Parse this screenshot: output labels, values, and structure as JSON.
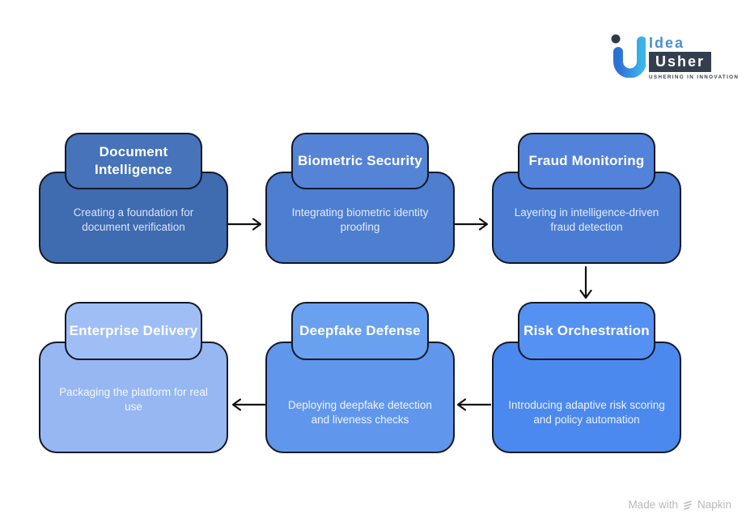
{
  "page": {
    "background": "#ffffff"
  },
  "logo": {
    "brand_top": "Idea",
    "brand_bottom": "Usher",
    "tagline": "USHERING IN INNOVATION",
    "colors": {
      "mark_blue": "#2e6fd4",
      "mark_cyan": "#3cb4e8",
      "dot_navy": "#2e3a4a",
      "idea_blue": "#4a8fd6",
      "usher_bg": "#333f4e",
      "usher_text": "#ffffff",
      "tagline_color": "#32404f"
    }
  },
  "flow": {
    "arrow_color": "#111111",
    "boxes": [
      {
        "id": "document-intelligence",
        "title": "Document Intelligence",
        "description": "Creating a foundation for document verification",
        "tab_fill": "#4673b9",
        "fill": "#3f6bb0",
        "border": "#111827",
        "title_color": "#ffffff",
        "description_color": "#d9e5f7"
      },
      {
        "id": "biometric-security",
        "title": "Biometric Security",
        "description": "Integrating biometric identity proofing",
        "tab_fill": "#5584d6",
        "fill": "#4e7ed0",
        "border": "#111827",
        "title_color": "#ffffff",
        "description_color": "#e3ecfb"
      },
      {
        "id": "fraud-monitoring",
        "title": "Fraud Monitoring",
        "description": "Layering in intelligence-driven fraud detection",
        "tab_fill": "#5282d9",
        "fill": "#4a7cd4",
        "border": "#111827",
        "title_color": "#ffffff",
        "description_color": "#e3ecfb"
      },
      {
        "id": "risk-orchestration",
        "title": "Risk Orchestration",
        "description": "Introducing adaptive risk scoring and policy automation",
        "tab_fill": "#5591f2",
        "fill": "#4b89ee",
        "border": "#111827",
        "title_color": "#ffffff",
        "description_color": "#eaf1fd"
      },
      {
        "id": "deepfake-defense",
        "title": "Deepfake Defense",
        "description": "Deploying deepfake detection and liveness checks",
        "tab_fill": "#69a0f0",
        "fill": "#6097ec",
        "border": "#111827",
        "title_color": "#ffffff",
        "description_color": "#eef4fe"
      },
      {
        "id": "enterprise-delivery",
        "title": "Enterprise Delivery",
        "description": "Packaging the platform for real use",
        "tab_fill": "#a0bef6",
        "fill": "#97b7f2",
        "border": "#111827",
        "title_color": "#ffffff",
        "description_color": "#f3f7fe"
      }
    ],
    "connections": [
      {
        "from": "document-intelligence",
        "to": "biometric-security",
        "direction": "right"
      },
      {
        "from": "biometric-security",
        "to": "fraud-monitoring",
        "direction": "right"
      },
      {
        "from": "fraud-monitoring",
        "to": "risk-orchestration",
        "direction": "down"
      },
      {
        "from": "risk-orchestration",
        "to": "deepfake-defense",
        "direction": "left"
      },
      {
        "from": "deepfake-defense",
        "to": "enterprise-delivery",
        "direction": "left"
      }
    ]
  },
  "footer": {
    "made_with": "Made with",
    "brand": "Napkin",
    "color": "#b9b9b9"
  }
}
